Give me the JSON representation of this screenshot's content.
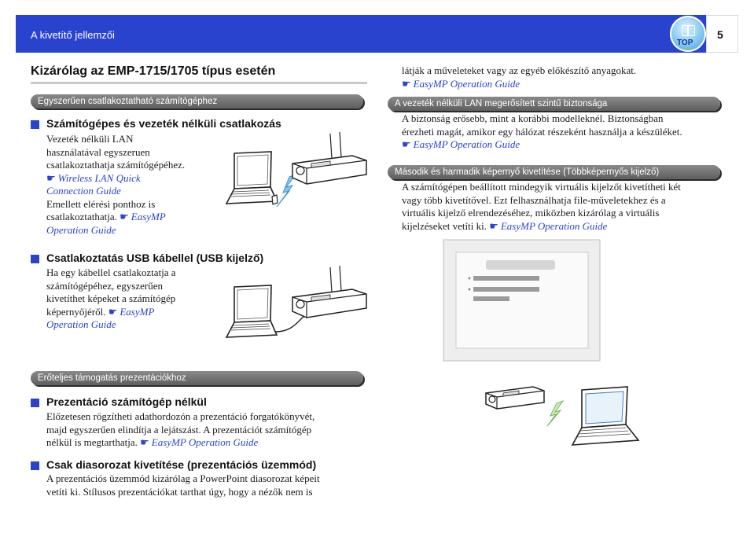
{
  "header": {
    "section_title": "A kivetítő jellemzői",
    "page_number": "5",
    "top_button_label": "TOP"
  },
  "main_title": "Kizárólag az EMP-1715/1705 típus esetén",
  "left": {
    "band1": "Egyszerűen csatlakoztatható számítógéphez",
    "wireless": {
      "heading": "Számítógépes és vezeték nélküli csatlakozás",
      "lines": [
        "Vezeték nélküli LAN",
        "használatával egyszeruen",
        "csatlakoztathatja számítógépéhez."
      ],
      "link1_a": "Wireless LAN Quick",
      "link1_b": "Connection Guide",
      "lines2": [
        "Emellett elérési ponthoz is"
      ],
      "text_before_link2": "csatlakoztathatja.",
      "link2_a": "EasyMP",
      "link2_b": "Operation Guide"
    },
    "usb": {
      "heading": "Csatlakoztatás USB kábellel (USB kijelző)",
      "lines": [
        "Ha egy kábellel csatlakoztatja a",
        "számítógépéhez, egyszerűen",
        "kivetíthet képeket a számítógép"
      ],
      "text_before_link": "képernyőjéről.",
      "link_a": "EasyMP",
      "link_b": "Operation Guide"
    },
    "band2": "Erőteljes támogatás prezentációkhoz",
    "presentation": {
      "heading": "Prezentáció számítógép nélkül",
      "lines": [
        "Előzetesen rögzítheti adathordozón a prezentáció forgatókönyvét,",
        "majd egyszerűen elindítja a lejátszást. A prezentációt számítógép"
      ],
      "text_before_link": "nélkül is megtarthatja.",
      "link": "EasyMP Operation Guide"
    },
    "slideshow": {
      "heading": "Csak diasorozat kivetítése (prezentációs üzemmód)",
      "lines": [
        "A prezentációs üzemmód kizárólag a PowerPoint diasorozat képeit",
        "vetíti ki. Stílusos prezentációkat tarthat úgy, hogy a nézők nem is"
      ]
    }
  },
  "right": {
    "intro_line": "látják a műveleteket vagy az egyéb előkészítő anyagokat.",
    "intro_link": "EasyMP Operation Guide",
    "band_security": "A vezeték nélküli LAN megerősített szintű biztonsága",
    "security_lines": [
      "A biztonság erősebb, mint a korábbi modelleknél. Biztonságban",
      "érezheti magát, amikor egy hálózat részeként használja a készüléket."
    ],
    "security_link": "EasyMP Operation Guide",
    "band_multi": "Második és harmadik képernyő kivetítése (Többképernyős kijelző)",
    "multi_lines": [
      "A számítógépen beállított mindegyik virtuális kijelzőt kivetítheti két",
      "vagy több kivetítővel. Ezt felhasználhatja file-műveletekhez és a",
      "virtuális kijelző elrendezéséhez, miközben kizárólag a virtuális"
    ],
    "multi_text_before_link": "kijelzéseket vetíti ki.",
    "multi_link": "EasyMP Operation Guide"
  },
  "icons": {
    "pointer": "pointing-hand-icon"
  },
  "colors": {
    "accent": "#2a43cf",
    "band": "#6e6e6e"
  }
}
